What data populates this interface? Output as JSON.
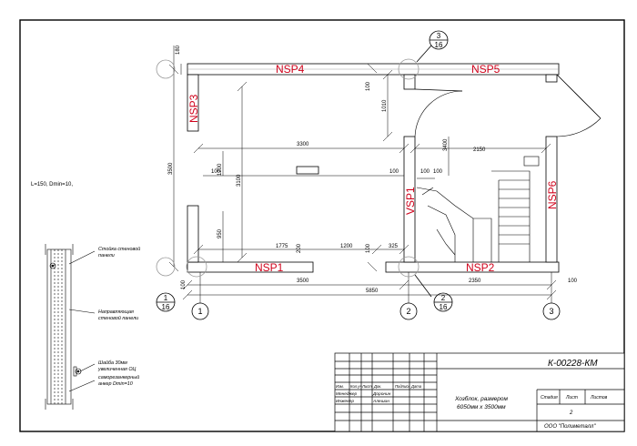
{
  "panels": [
    {
      "id": "NSP4",
      "label": "NSP4"
    },
    {
      "id": "NSP5",
      "label": "NSP5"
    },
    {
      "id": "NSP3",
      "label": "NSP3"
    },
    {
      "id": "NSP1",
      "label": "NSP1"
    },
    {
      "id": "NSP2",
      "label": "NSP2"
    },
    {
      "id": "NSP6",
      "label": "NSP6"
    },
    {
      "id": "VSP1",
      "label": "VSP1"
    }
  ],
  "dimensions": {
    "d180": "180",
    "d3300": "3300",
    "d3100": "3100",
    "d3500_side": "3500",
    "d1200a": "1200",
    "d100a": "100",
    "d100b": "100",
    "d1010": "1010",
    "d100c": "100",
    "d3400": "3400",
    "d2150": "2150",
    "d100d": "100",
    "d100e": "100",
    "d950": "950",
    "d1775": "1775",
    "d200": "200",
    "d1200b": "1200",
    "d100f": "100",
    "d325": "325",
    "d3500_bottom": "3500",
    "d2350": "2350",
    "d100g": "100",
    "d5850": "5850",
    "d100h": "100"
  },
  "axes": {
    "a1": "1",
    "a2": "2",
    "a3": "3"
  },
  "sections": [
    {
      "num": "3",
      "den": "16"
    },
    {
      "num": "1",
      "den": "16"
    },
    {
      "num": "2",
      "den": "16"
    }
  ],
  "note": "L=150, Dmin=10,",
  "detail_labels": [
    "Стойка стеновой",
    "панели",
    "Направляющая",
    "стеновой панели",
    "Шайба 30мм",
    "увеличенная ОЦ",
    "саморезанкерный",
    "анкер Dmin=10"
  ],
  "title_block": {
    "code": "К-00228-КМ",
    "col_headers": [
      "Изм.",
      "Кол.уч",
      "Лист",
      "Док.",
      "Подпись",
      "Дата"
    ],
    "roles": [
      "Менеджер",
      "Инженер"
    ],
    "names": [
      "Доронин",
      "Алешин"
    ],
    "title": [
      "Хозблок, размером",
      "6050мм х 3500мм"
    ],
    "stage_headers": [
      "Стадия",
      "Лист",
      "Листов"
    ],
    "sheet_no": "2",
    "company": "ООО \"Полиметалл\""
  },
  "colors": {
    "line": "#000000",
    "label": "#d0021b",
    "grid": "#8a8a8a",
    "wall": "#555555"
  }
}
